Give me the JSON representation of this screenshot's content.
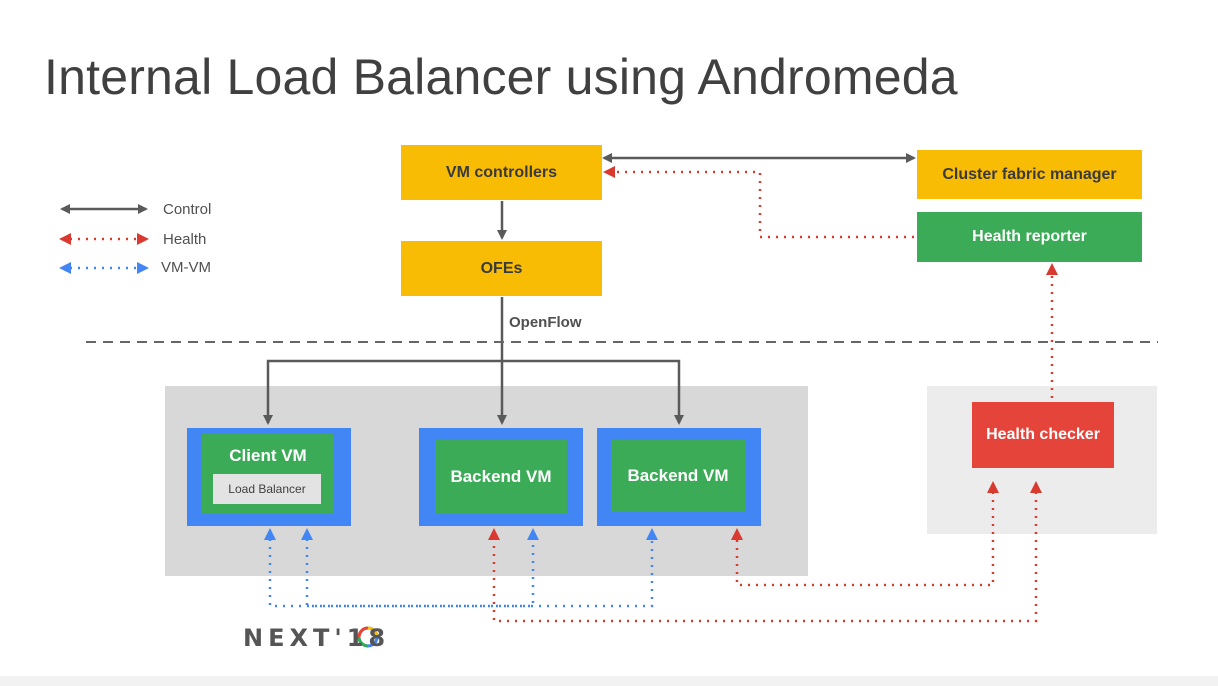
{
  "title": "Internal Load Balancer using Andromeda",
  "legend": {
    "control": "Control",
    "health": "Health",
    "vm_vm": "VM-VM"
  },
  "nodes": {
    "vm_controllers": "VM controllers",
    "ofes": "OFEs",
    "cluster_fabric_manager": "Cluster fabric manager",
    "health_reporter": "Health reporter",
    "client_vm": "Client VM",
    "load_balancer": "Load Balancer",
    "backend_vm_1": "Backend VM",
    "backend_vm_2": "Backend VM",
    "health_checker": "Health checker"
  },
  "edge_labels": {
    "openflow": "OpenFlow"
  },
  "logo_text": "NEXT'18",
  "colors": {
    "control": "#5a5a5a",
    "health": "#d93a30",
    "vm_vm": "#4285f4",
    "yellow": "#f9bc05",
    "green": "#3bab57",
    "blue": "#4285f4",
    "red": "#e4443a"
  }
}
